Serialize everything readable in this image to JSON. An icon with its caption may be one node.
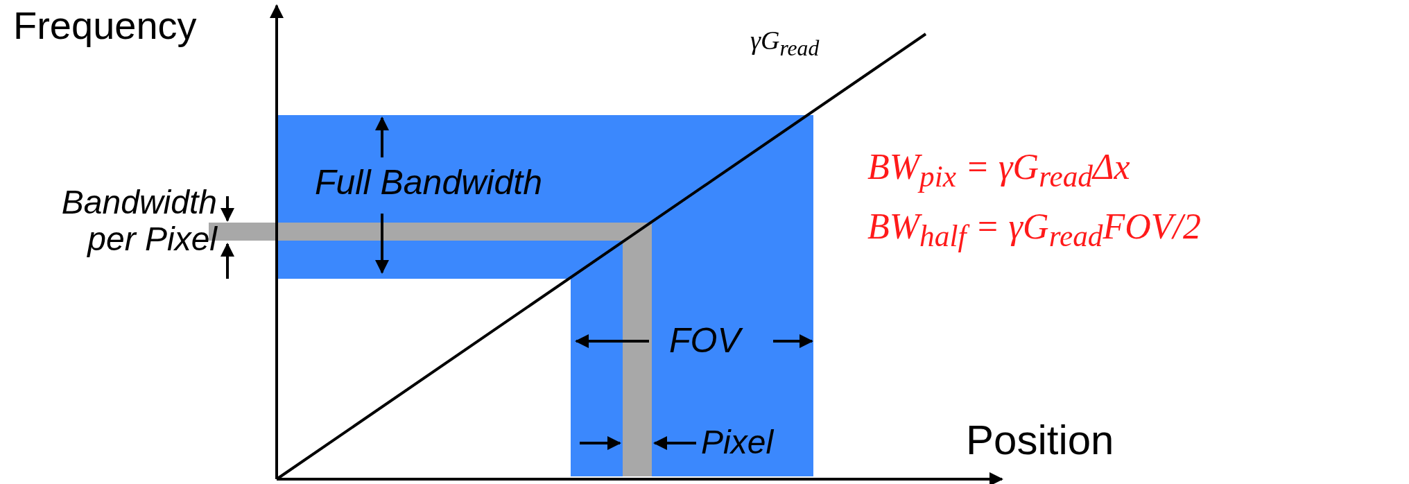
{
  "diagram": {
    "labels": [
      "Frequency",
      "γG$_{read}$",
      "Full Bandwidth",
      "BW$_{pix}$ = γG$_{read}$Δx",
      "Bandwidth per Pixel",
      "BW$_{half}$ = γG$_{read}$FOV/2",
      "FOV",
      "Position",
      "Pixel"
    ]
  }
}
